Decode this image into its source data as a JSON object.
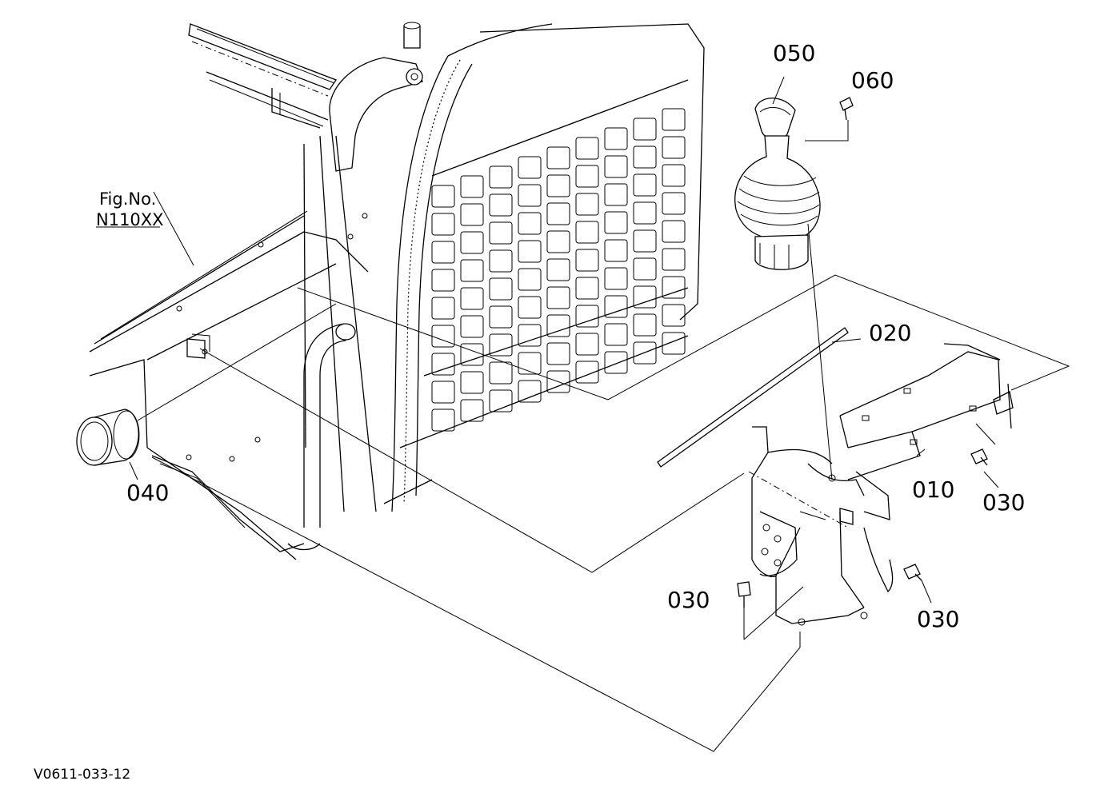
{
  "figure_reference": {
    "line1": "Fig.No.",
    "line2": "N110XX"
  },
  "callouts": {
    "p010": "010",
    "p020": "020",
    "p030_right": "030",
    "p030_mid": "030",
    "p030_left": "030",
    "p040": "040",
    "p050": "050",
    "p060": "060"
  },
  "drawing_code": "V0611-033-12"
}
